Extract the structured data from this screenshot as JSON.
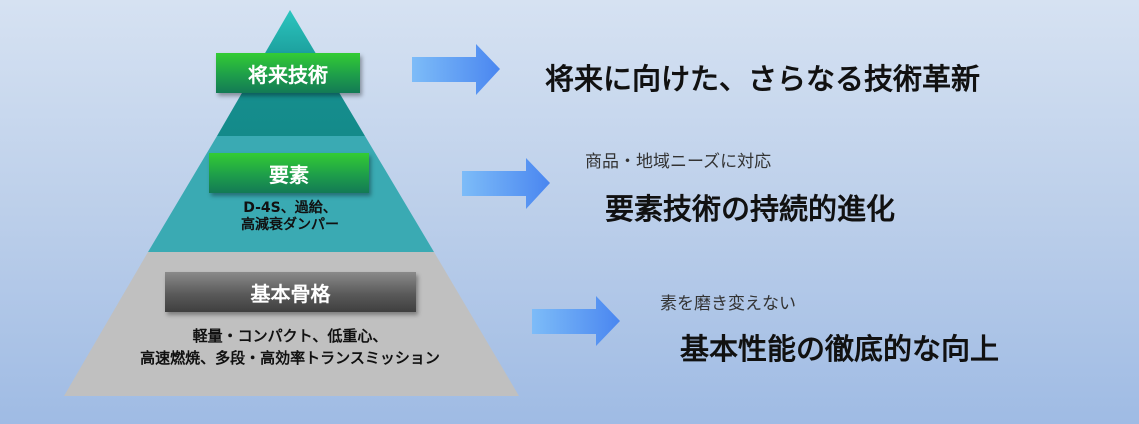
{
  "pyramid": {
    "top": {
      "label": "将来技術"
    },
    "middle": {
      "label": "要素",
      "detail_line1": "D-4S、過給、",
      "detail_line2": "高減衰ダンパー"
    },
    "bottom": {
      "label": "基本骨格",
      "detail_line1": "軽量・コンパクト、低重心、",
      "detail_line2": "高速燃焼、多段・高効率トランスミッション"
    }
  },
  "right": {
    "top": {
      "title": "将来に向けた、さらなる技術革新"
    },
    "middle": {
      "subtitle": "商品・地域ニーズに対応",
      "title": "要素技術の持続的進化"
    },
    "bottom": {
      "subtitle": "素を磨き変えない",
      "title": "基本性能の徹底的な向上"
    }
  },
  "colors": {
    "top_tier": "#16908f",
    "middle_tier": "#3aaab3",
    "bottom_tier": "#c0c0c0",
    "arrow_start": "#7dbcf8",
    "arrow_end": "#4a86f0"
  }
}
